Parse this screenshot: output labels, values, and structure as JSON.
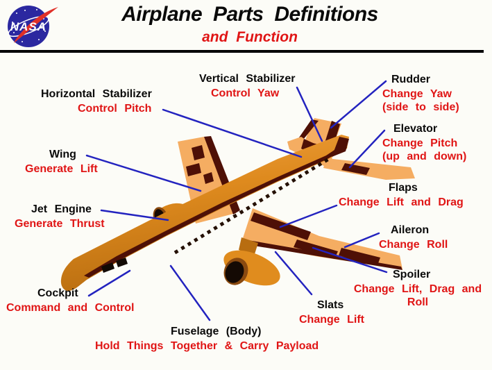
{
  "header": {
    "title": "Airplane Parts Definitions",
    "subtitle": "and Function",
    "logo_text": "NASA"
  },
  "colors": {
    "accent_red": "#e01515",
    "line_blue": "#2323bf",
    "plane_orange": "#de8a1e",
    "wing_tan": "#f5ad62",
    "dark_maroon": "#4e1006",
    "nasa_blue": "#2b28a0",
    "nasa_red": "#e03028"
  },
  "labels": {
    "horizontal_stabilizer": {
      "name": "Horizontal Stabilizer",
      "func": "Control Pitch"
    },
    "vertical_stabilizer": {
      "name": "Vertical Stabilizer",
      "func": "Control Yaw"
    },
    "rudder": {
      "name": "Rudder",
      "func": "Change Yaw\n(side to side)"
    },
    "elevator": {
      "name": "Elevator",
      "func": "Change Pitch\n(up and down)"
    },
    "wing": {
      "name": "Wing",
      "func": "Generate Lift"
    },
    "flaps": {
      "name": "Flaps",
      "func": "Change Lift and Drag"
    },
    "jet_engine": {
      "name": "Jet Engine",
      "func": "Generate Thrust"
    },
    "aileron": {
      "name": "Aileron",
      "func": "Change Roll"
    },
    "spoiler": {
      "name": "Spoiler",
      "func": "Change Lift, Drag and\nRoll"
    },
    "cockpit": {
      "name": "Cockpit",
      "func": "Command and Control"
    },
    "slats": {
      "name": "Slats",
      "func": "Change Lift"
    },
    "fuselage": {
      "name": "Fuselage (Body)",
      "func": "Hold Things Together & Carry Payload"
    }
  }
}
